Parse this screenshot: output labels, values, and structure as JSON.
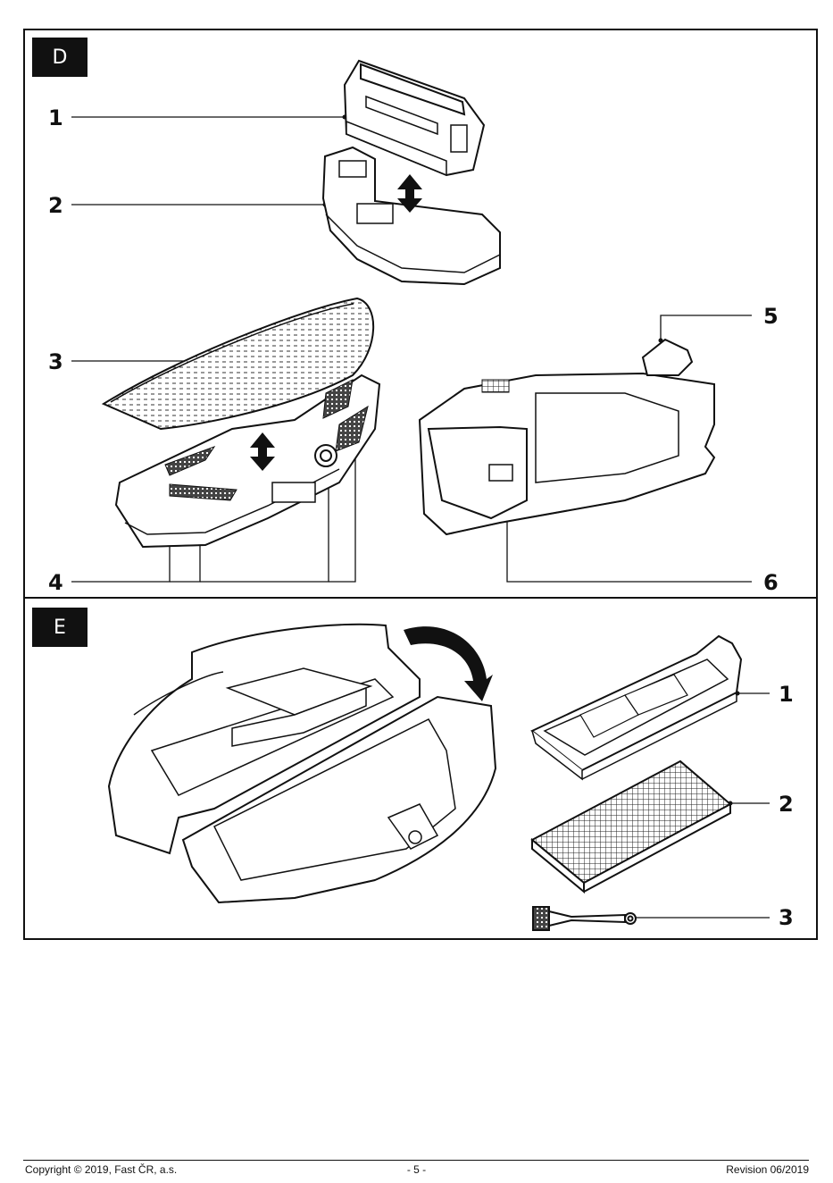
{
  "sections": {
    "d": {
      "label": "D",
      "callouts": [
        "1",
        "2",
        "3",
        "4",
        "5",
        "6"
      ]
    },
    "e": {
      "label": "E",
      "callouts": [
        "1",
        "2",
        "3"
      ]
    }
  },
  "footer": {
    "copyright": "Copyright © 2019, Fast ČR, a.s.",
    "page": "- 5 -",
    "revision": "Revision 06/2019"
  }
}
